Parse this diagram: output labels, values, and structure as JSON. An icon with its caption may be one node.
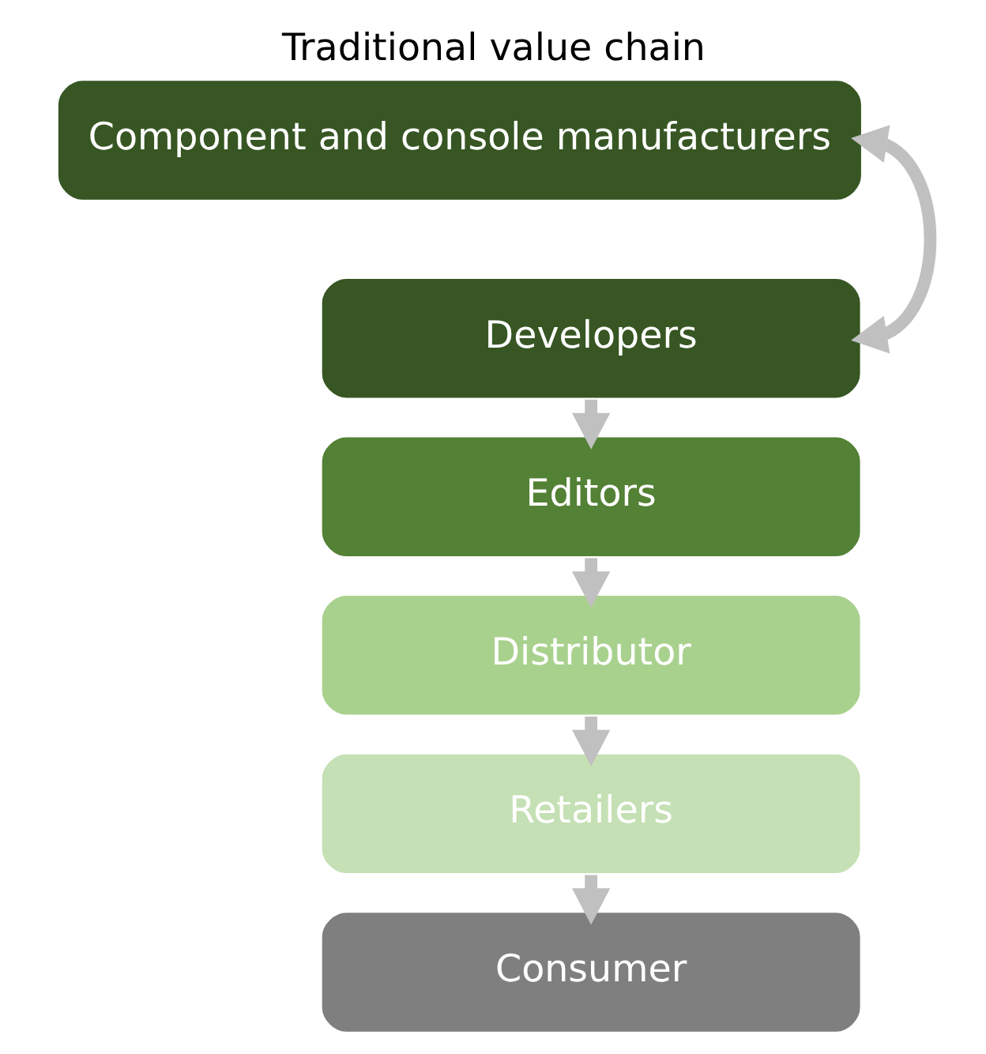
{
  "diagram": {
    "title": "Traditional value chain",
    "nodes": [
      {
        "text": [
          "Component and console manufacturers"
        ]
      },
      {
        "text": [
          "Developers"
        ]
      },
      {
        "text": [
          "Editors"
        ]
      },
      {
        "text": [
          "Distributor"
        ]
      },
      {
        "text": [
          "Retailers"
        ]
      },
      {
        "text": [
          "Consumer"
        ]
      }
    ],
    "edges": [
      {
        "from": 0,
        "to": 1,
        "arrow": "both"
      },
      {
        "from": 1,
        "to": 2,
        "arrow": "to"
      },
      {
        "from": 2,
        "to": 3,
        "arrow": "to"
      },
      {
        "from": 3,
        "to": 4,
        "arrow": "to"
      },
      {
        "from": 4,
        "to": 5,
        "arrow": "to"
      }
    ]
  }
}
